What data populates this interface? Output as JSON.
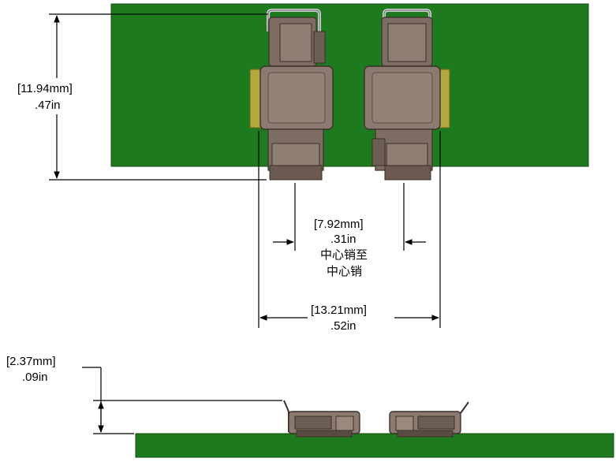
{
  "colors": {
    "board": "#1e7a1e",
    "board_dark": "#156315",
    "clip_body": "#8a7a6f",
    "clip_shadow": "#5a4b42",
    "clip_edge": "#3c302a",
    "gold_pad": "#b3a83b",
    "wire": "#c8c8c8",
    "dim_line": "#000000"
  },
  "dimensions": {
    "height_top": {
      "mm": "[11.94mm]",
      "inch": ".47in"
    },
    "pin_spacing": {
      "mm": "[7.92mm]",
      "inch": ".31in",
      "note_line1": "中心销至",
      "note_line2": "中心销"
    },
    "overall_width": {
      "mm": "[13.21mm]",
      "inch": ".52in"
    },
    "height_side": {
      "mm": "[2.37mm]",
      "inch": ".09in"
    }
  }
}
